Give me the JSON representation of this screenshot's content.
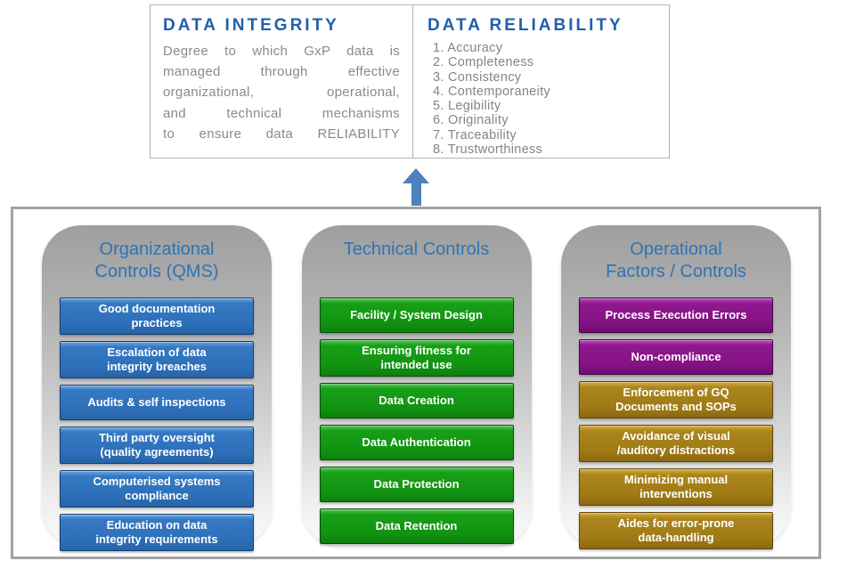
{
  "colors": {
    "title_blue": "#1f5fae",
    "header_blue": "#2e74b5",
    "body_gray": "#8a8a8a",
    "arrow_blue": "#4f81bd",
    "button_blue": "#2d6fb8",
    "button_green": "#129312",
    "button_purple": "#851285",
    "button_gold": "#9f7a15",
    "column_gray_top": "#9f9f9f",
    "panel_border": "#a3a3a3"
  },
  "top": {
    "integrity": {
      "title": "DATA INTEGRITY",
      "body_lines": [
        "Degree to which GxP data is",
        "managed through effective",
        "organizational, operational,",
        "and technical mechanisms",
        "to ensure data RELIABILITY"
      ]
    },
    "reliability": {
      "title": "DATA RELIABILITY",
      "items": [
        "1. Accuracy",
        "2. Completeness",
        "3. Consistency",
        "4. Contemporaneity",
        "5. Legibility",
        "6. Originality",
        "7. Traceability",
        "8. Trustworthiness"
      ]
    }
  },
  "arrow": {
    "icon": "up-arrow-icon"
  },
  "columns": [
    {
      "title": "Organizational\nControls (QMS)",
      "items": [
        {
          "label": "Good documentation\npractices"
        },
        {
          "label": "Escalation of data\nintegrity breaches"
        },
        {
          "label": "Audits & self inspections"
        },
        {
          "label": "Third party oversight\n(quality agreements)"
        },
        {
          "label": "Computerised systems\ncompliance"
        },
        {
          "label": "Education on data\nintegrity requirements"
        }
      ]
    },
    {
      "title": "Technical Controls",
      "items": [
        {
          "label": "Facility / System Design"
        },
        {
          "label": "Ensuring fitness for\nintended use"
        },
        {
          "label": "Data Creation"
        },
        {
          "label": "Data Authentication"
        },
        {
          "label": "Data Protection"
        },
        {
          "label": "Data Retention"
        }
      ]
    },
    {
      "title": "Operational\nFactors / Controls",
      "items": [
        {
          "label": "Process Execution Errors"
        },
        {
          "label": "Non-compliance"
        },
        {
          "label": "Enforcement of GQ\nDocuments and SOPs"
        },
        {
          "label": "Avoidance of visual\n/auditory distractions"
        },
        {
          "label": "Minimizing manual\ninterventions"
        },
        {
          "label": "Aides for error-prone\ndata-handling"
        }
      ]
    }
  ]
}
